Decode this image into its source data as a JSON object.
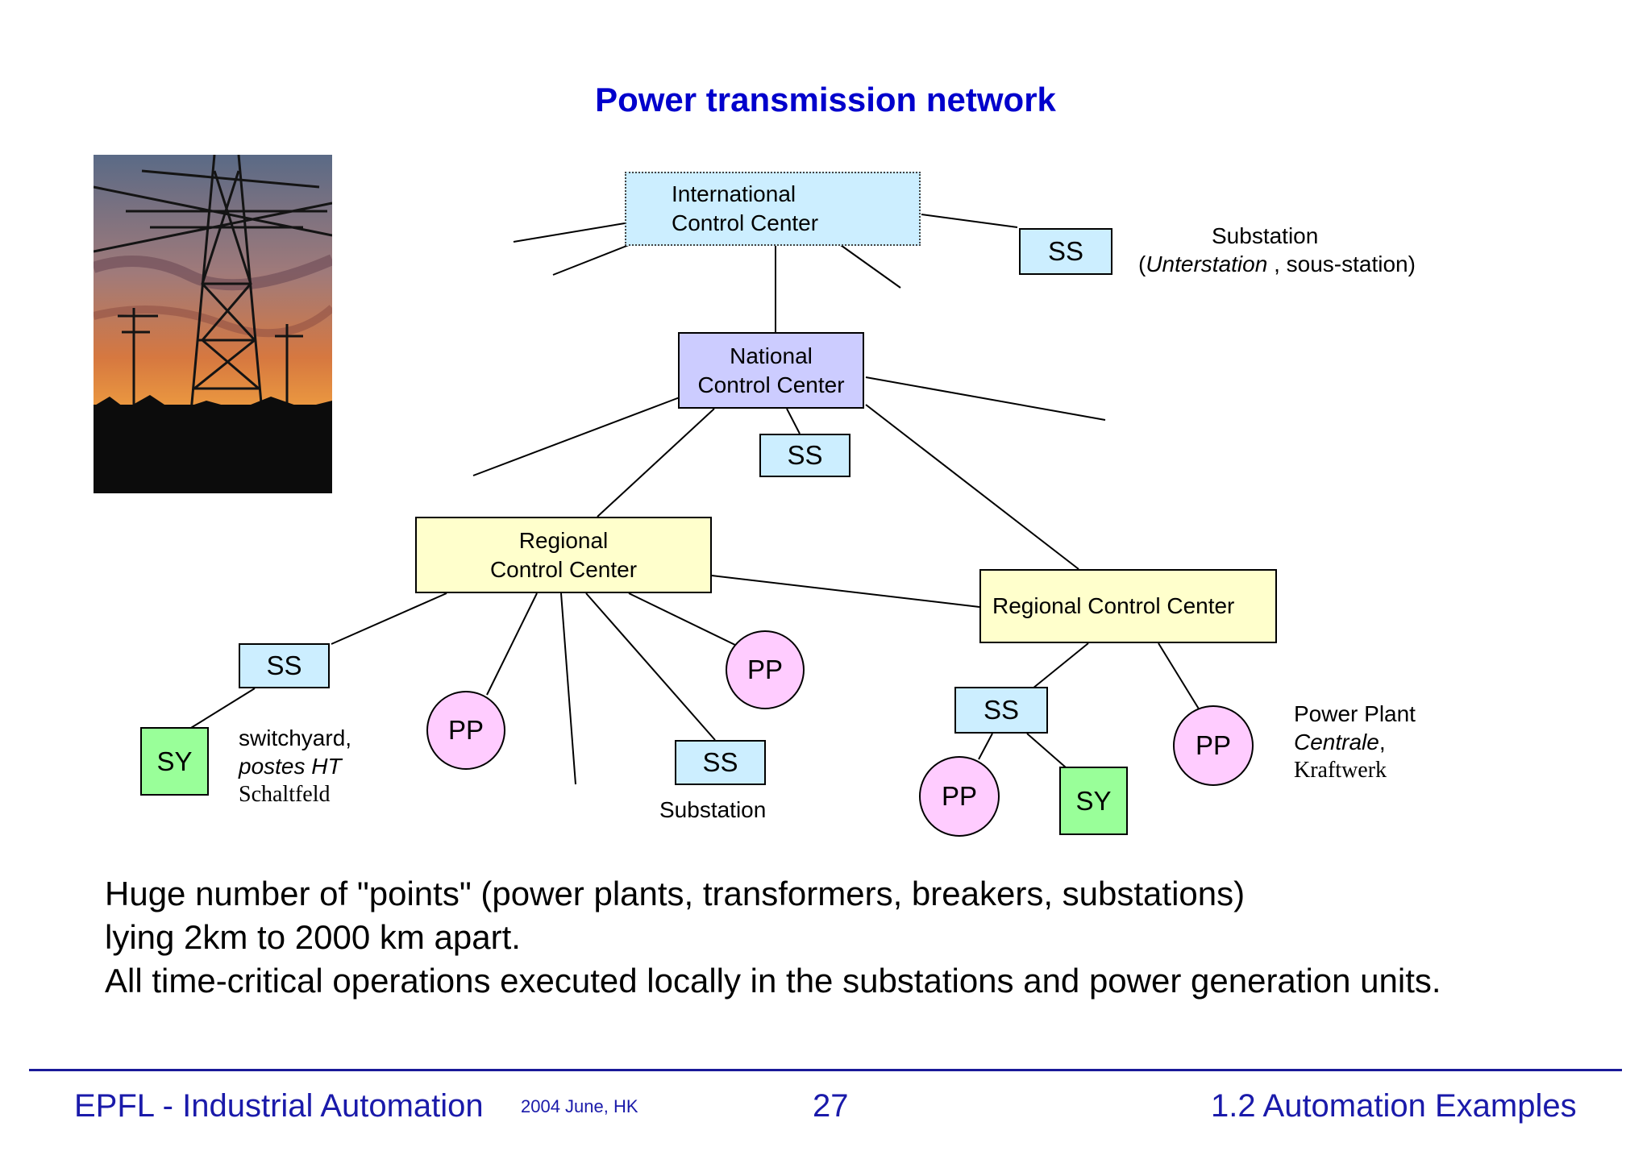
{
  "title": "Power transmission network",
  "nodes": {
    "international": [
      "International",
      "Control Center"
    ],
    "national": [
      "National",
      "Control Center"
    ],
    "regional_left": [
      "Regional",
      "Control Center"
    ],
    "regional_right": "Regional Control Center",
    "ss": "SS",
    "pp": "PP",
    "sy": "SY"
  },
  "annotations": {
    "substation_title": "Substation",
    "substation_open": "(",
    "substation_german": "Unterstation",
    "substation_rest": " , sous-station)",
    "switchyard": "switchyard,",
    "postes": "postes HT",
    "schaltfeld": "Schaltfeld",
    "substation_bottom": "Substation",
    "power_plant": "Power Plant",
    "centrale": "Centrale",
    "centrale_comma": ",",
    "kraftwerk": "Kraftwerk"
  },
  "body_text": [
    "Huge number of \"points\" (power plants, transformers, breakers, substations)",
    "lying 2km to 2000 km apart.",
    "All time-critical operations executed locally in the substations and power generation units."
  ],
  "footer": {
    "left": "EPFL - Industrial Automation",
    "date": "2004 June, HK",
    "page": "27",
    "right": "1.2 Automation Examples"
  },
  "colors": {
    "title": "#0000cc",
    "substation_box": "#cceeff",
    "national_box": "#ccccff",
    "regional_box": "#ffffcc",
    "switchyard_box": "#99ff99",
    "power_plant_circle": "#ffccff",
    "footer": "#1a1aaa"
  }
}
